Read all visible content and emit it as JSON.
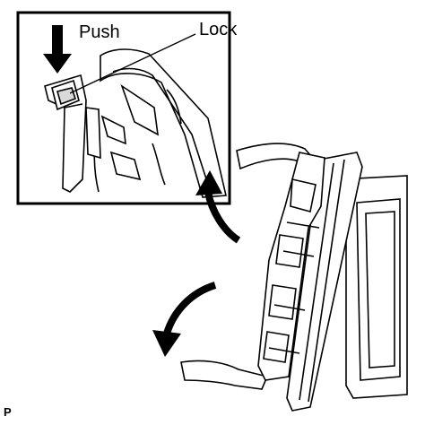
{
  "diagram": {
    "labels": {
      "push": "Push",
      "lock": "Lock",
      "code": "P"
    },
    "icons": {
      "push_arrow": "down-arrow-icon",
      "upper_rotation": "curved-arrow-up-icon",
      "lower_rotation": "curved-arrow-down-icon"
    },
    "colors": {
      "ink": "#000000",
      "paper": "#ffffff"
    }
  }
}
